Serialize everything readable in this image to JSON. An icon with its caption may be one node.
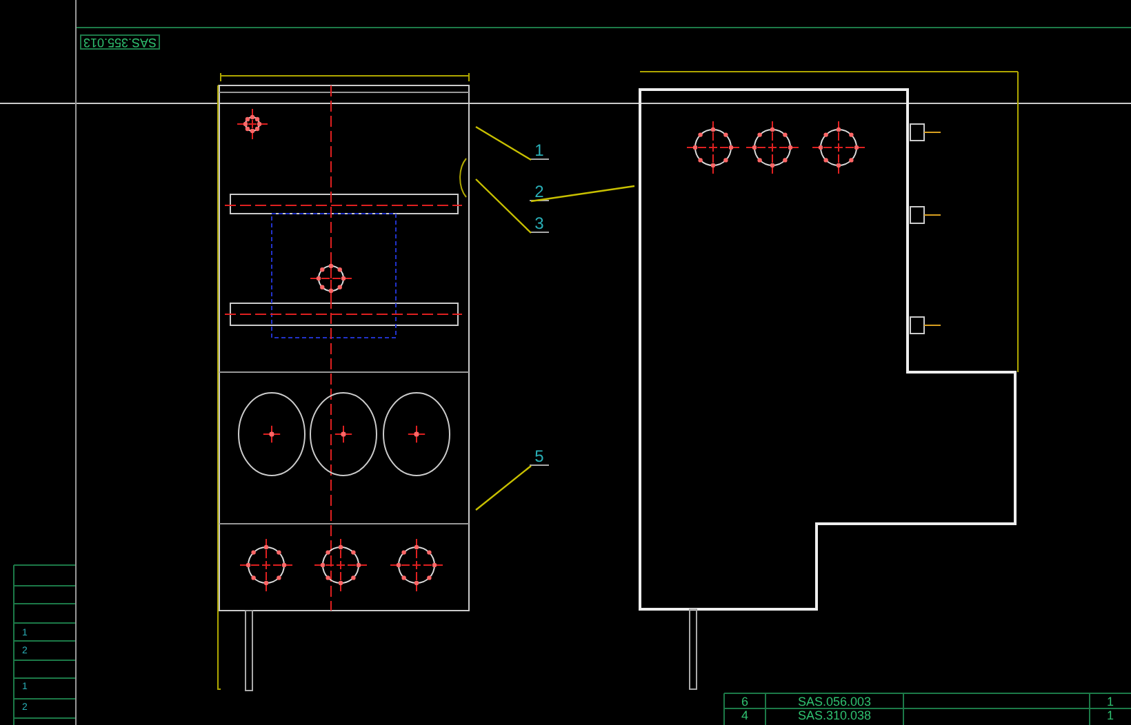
{
  "diagram": {
    "nodes": [
      {
        "text": [],
        "shape": "picture"
      },
      {
        "text": [],
        "shape": "picture"
      },
      {
        "text": [
          "1"
        ]
      },
      {
        "text": [
          "2"
        ]
      },
      {
        "text": [
          "3"
        ]
      },
      {
        "text": [
          "5"
        ]
      }
    ],
    "edges": [
      {
        "from": 2,
        "to": 0,
        "arrow": "none"
      },
      {
        "from": 3,
        "to": 1,
        "arrow": "none"
      },
      {
        "from": 4,
        "to": 0,
        "arrow": "none"
      },
      {
        "from": 5,
        "to": 0,
        "arrow": "none"
      }
    ],
    "labels": [
      "SAS.355.013",
      "1",
      "2",
      "1",
      "2",
      "6",
      "SAS.056.003",
      "1",
      "4",
      "SAS.310.038",
      "1"
    ]
  }
}
